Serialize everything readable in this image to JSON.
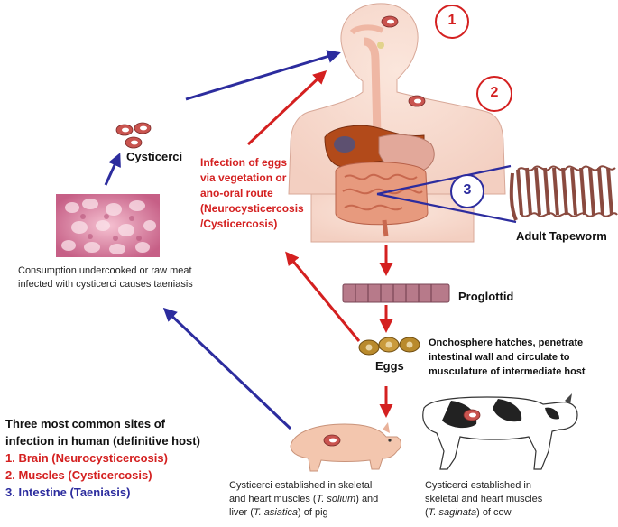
{
  "colors": {
    "red": "#d42020",
    "blue": "#2c2c9e",
    "dark": "#111111"
  },
  "labels": {
    "cysticerci": "Cysticerci",
    "infection_eggs": [
      "Infection of eggs",
      "via vegetation or",
      "ano-oral route",
      "(Neurocysticercosis",
      "/Cysticercosis)"
    ],
    "adult_tapeworm": "Adult Tapeworm",
    "proglottid": "Proglottid",
    "eggs": "Eggs",
    "onchosphere": [
      "Onchosphere hatches, penetrate",
      "intestinal wall and circulate to",
      "musculature of intermediate host"
    ],
    "consumption": [
      "Consumption undercooked or raw meat",
      "infected with cysticerci causes taeniasis"
    ],
    "pig_caption": [
      "Cysticerci established in skeletal",
      "and heart muscles (",
      "T. solium",
      ") and",
      "liver (",
      "T. asiatica",
      ") of pig"
    ],
    "cow_caption": [
      "Cysticerci established in",
      "skeletal and heart muscles",
      "(",
      "T. saginata",
      ") of cow"
    ],
    "circle_numbers": [
      "1",
      "2",
      "3"
    ]
  },
  "legend": {
    "title_lines": [
      "Three most common sites of",
      "infection in human (definitive host)"
    ],
    "items": [
      {
        "text": "1. Brain (Neurocysticercosis)",
        "color": "#d42020"
      },
      {
        "text": "2. Muscles (Cysticercosis)",
        "color": "#d42020"
      },
      {
        "text": "3. Intestine (Taeniasis)",
        "color": "#2c2c9e"
      }
    ]
  },
  "icons": [
    "human-body-icon",
    "tapeworm-icon",
    "proglottid-icon",
    "eggs-icon",
    "pig-icon",
    "cow-icon",
    "cysticerci-icon",
    "infected-meat-photo"
  ]
}
